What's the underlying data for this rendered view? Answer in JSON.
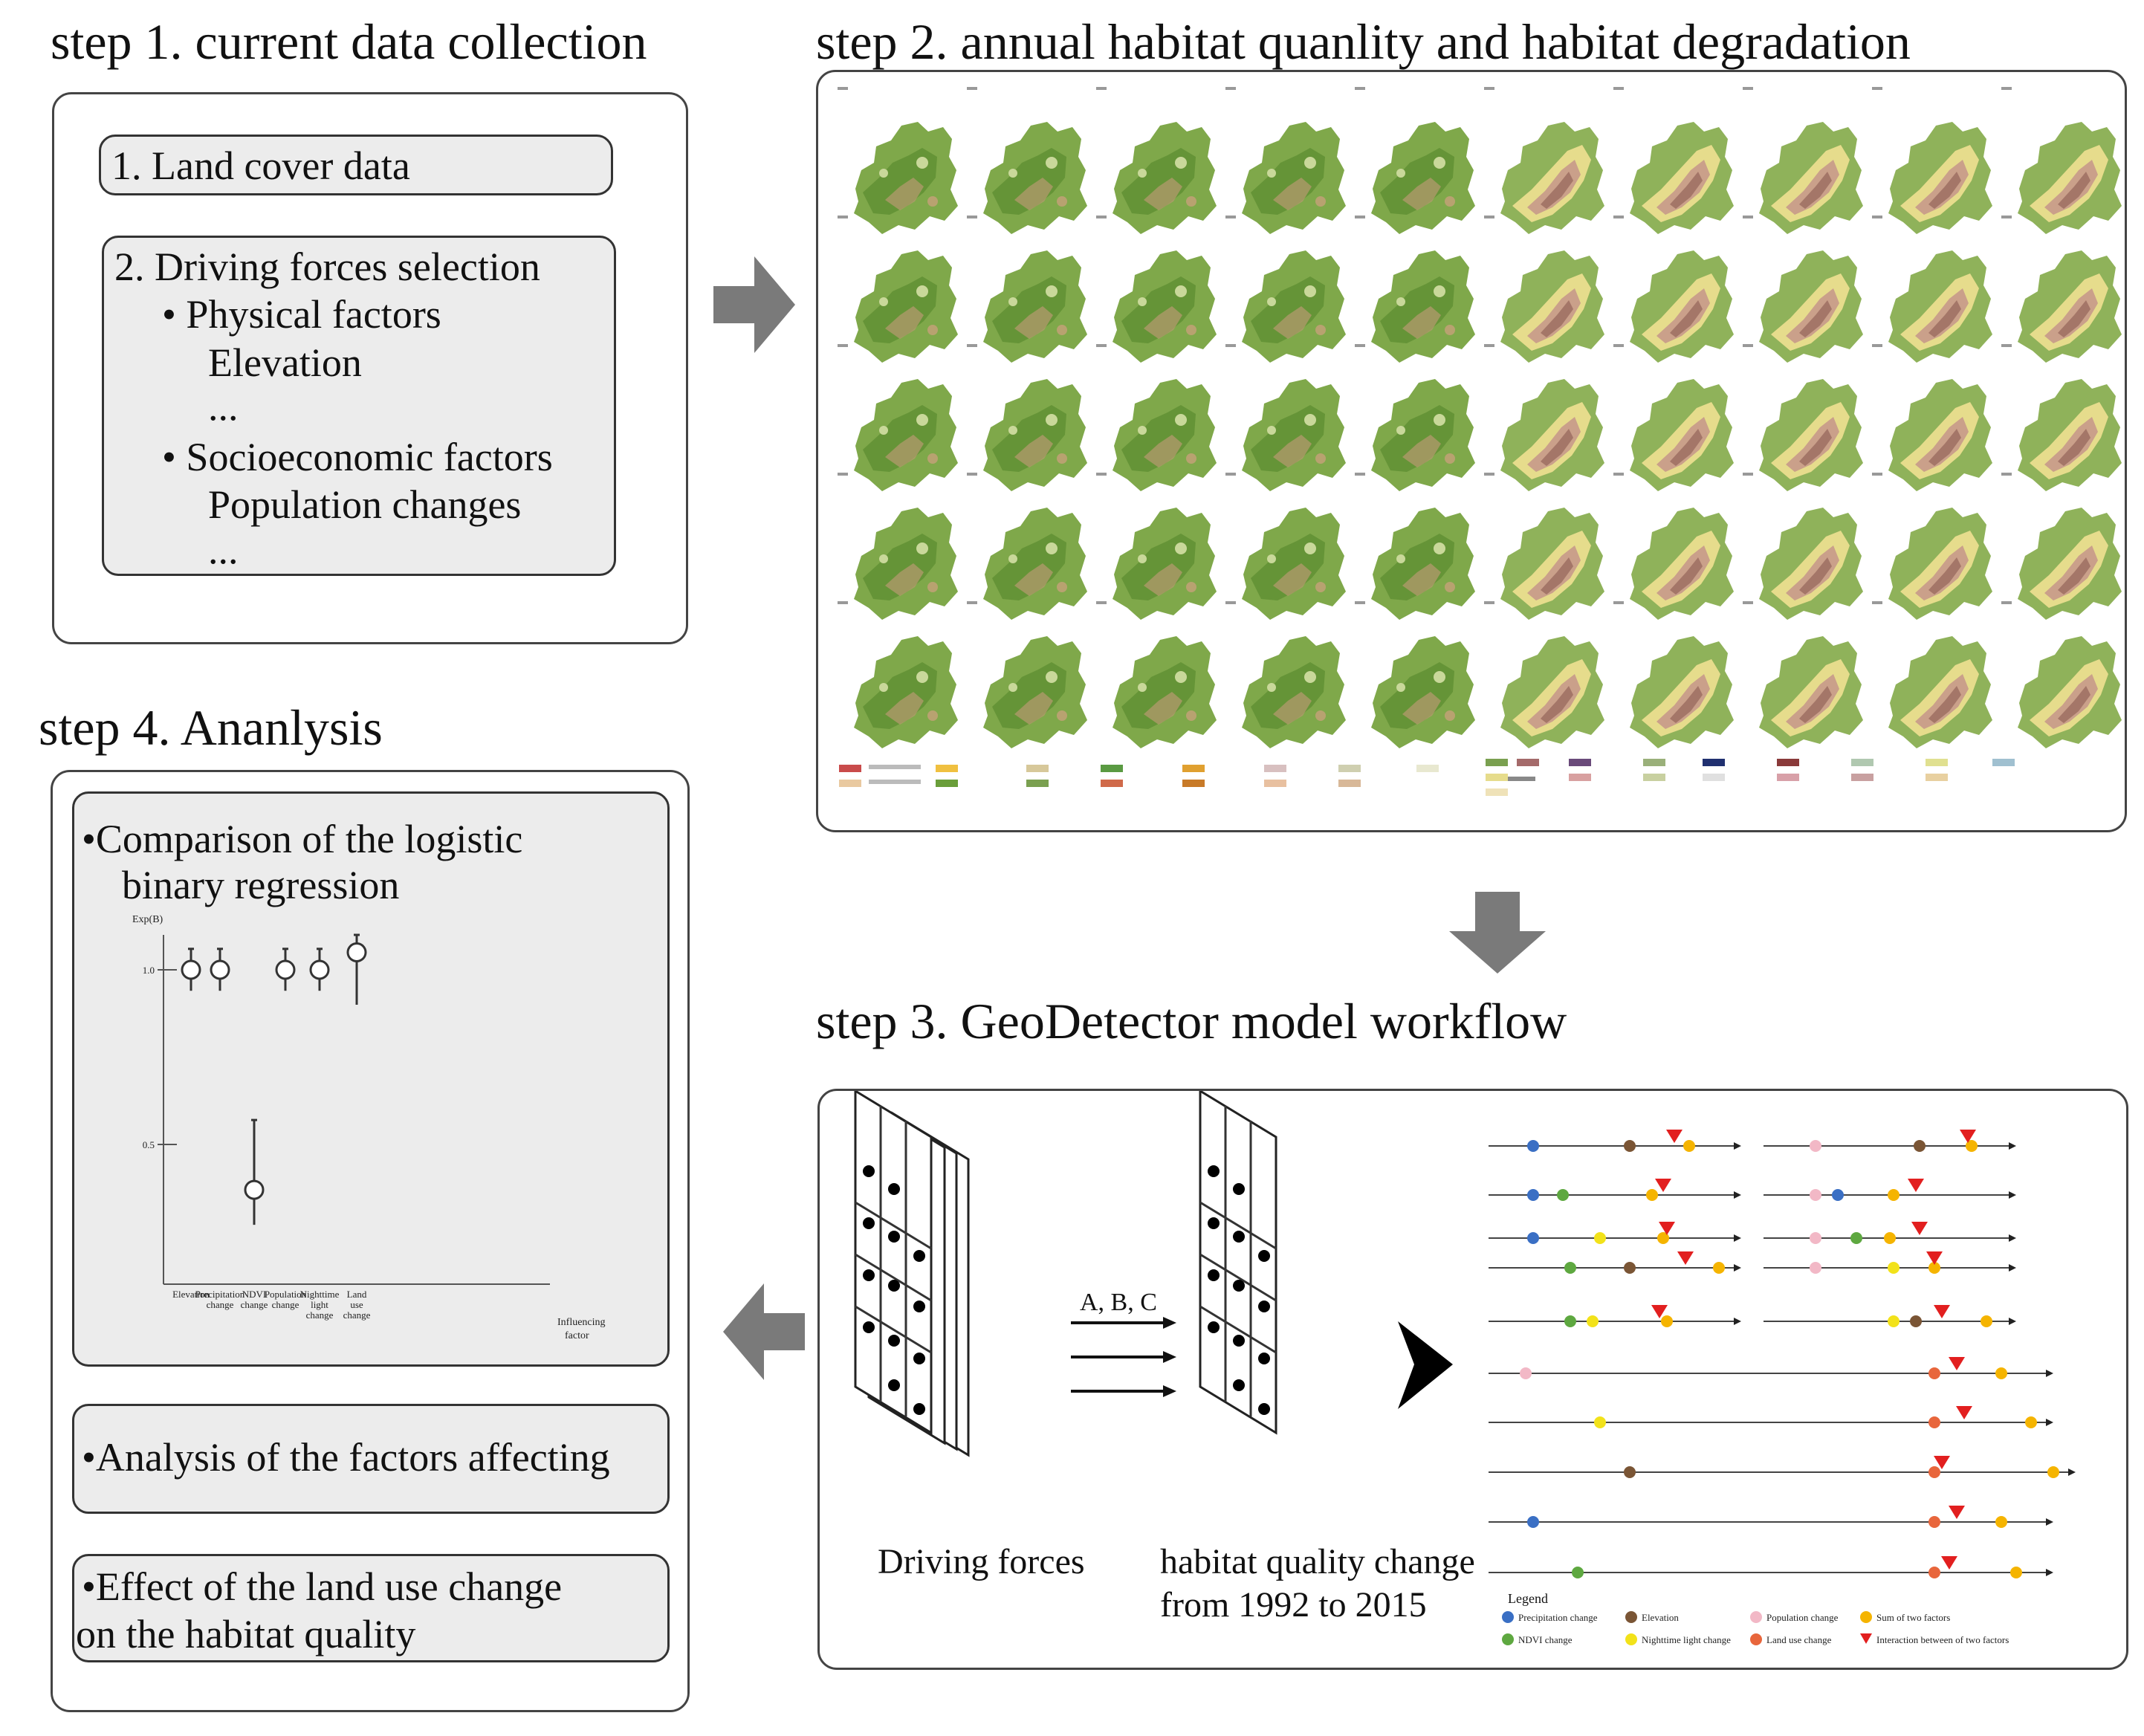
{
  "steps": {
    "step1": "step 1. current data collection",
    "step2": "step 2. annual habitat quanlity and habitat degradation",
    "step3": "step 3. GeoDetector model workflow",
    "step4": "step 4. Ananlysis"
  },
  "step1_panel": {
    "item1": "1. Land cover data",
    "item2_title": "2. Driving forces selection",
    "physical": "• Physical factors",
    "elevation": "Elevation",
    "ellipsis1": "...",
    "socio": "• Socioeconomic factors",
    "population": "Population changes",
    "ellipsis2": "..."
  },
  "step4_panel": {
    "box1_line1": "•Comparison of the logistic",
    "box1_line2": "binary regression",
    "box2": "•Analysis of the factors affecting",
    "box3_line1": "•Effect of the land use change",
    "box3_line2": "on the habitat quality"
  },
  "step3_panel": {
    "driving_forces": "Driving forces",
    "abc": "A, B, C",
    "hq_line1": "habitat quality change",
    "hq_line2": "from 1992 to 2015",
    "legend_title": "Legend",
    "legend": [
      {
        "label": "Precipitation change",
        "color": "#3a6fc4",
        "shape": "dot"
      },
      {
        "label": "Elevation",
        "color": "#7a5535",
        "shape": "dot"
      },
      {
        "label": "Population change",
        "color": "#f2b8c6",
        "shape": "dot"
      },
      {
        "label": "Sum of two factors",
        "color": "#f5b400",
        "shape": "dot"
      },
      {
        "label": "NDVI change",
        "color": "#5ea840",
        "shape": "dot"
      },
      {
        "label": "Nighttime light change",
        "color": "#f2e21a",
        "shape": "dot"
      },
      {
        "label": "Land use change",
        "color": "#e8663c",
        "shape": "dot"
      },
      {
        "label": "Interaction between of two factors",
        "color": "#e21f1f",
        "shape": "triangle"
      }
    ]
  },
  "chart_data": {
    "type": "scatter",
    "title": "",
    "ylabel": "Exp(B)",
    "xlabel": "Influencing factor",
    "ylim": [
      0.1,
      1.1
    ],
    "yticks": [
      "1.0",
      "0.5"
    ],
    "categories": [
      "Elevation",
      "Precipitation change",
      "NDVI change",
      "Population change",
      "Nighttime light change",
      "Land use change"
    ],
    "series": [
      {
        "values": [
          1.0,
          1.0,
          0.37,
          1.0,
          1.0,
          1.05
        ],
        "ci_low": [
          0.94,
          0.94,
          0.27,
          0.94,
          0.94,
          0.9
        ],
        "ci_high": [
          1.06,
          1.06,
          0.57,
          1.06,
          1.06,
          1.1
        ]
      }
    ]
  }
}
